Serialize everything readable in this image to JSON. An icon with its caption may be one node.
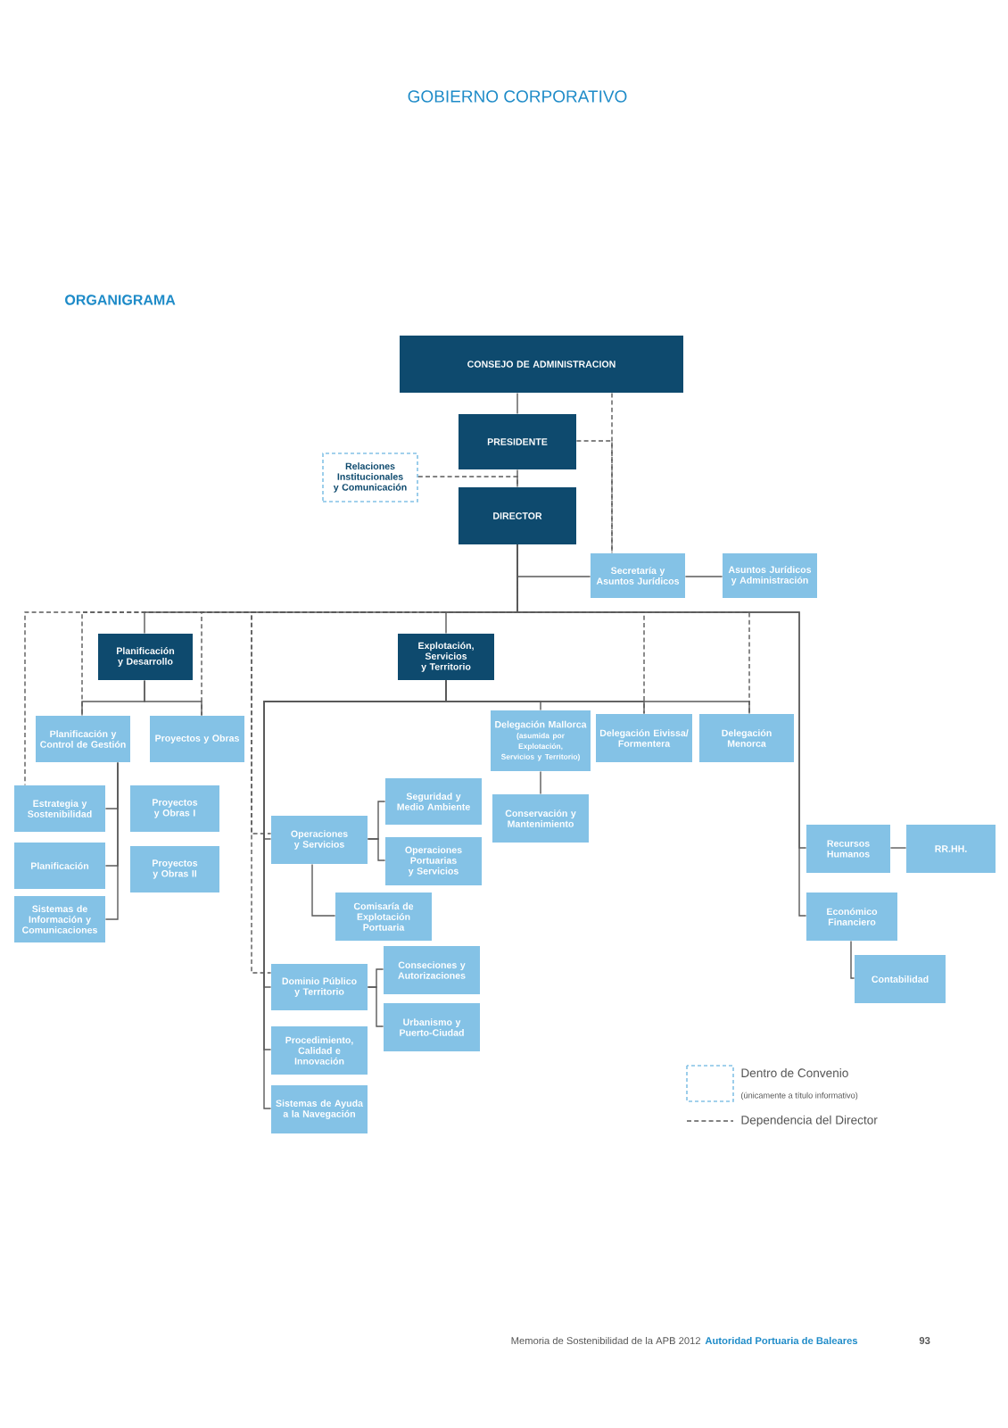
{
  "diagram": {
    "title": "GOBIERNO CORPORATIVO",
    "nodes": [
      {
        "text": [
          "CONSEJO  DE ADMINISTRACION"
        ]
      },
      {
        "text": [
          "PRESIDENTE"
        ]
      },
      {
        "text": [
          "Relaciones Institucionales y Comunicación"
        ]
      },
      {
        "text": [
          "DIRECTOR"
        ]
      },
      {
        "text": [
          "Secretaría y Asuntos Jurídicos"
        ]
      },
      {
        "text": [
          "Asuntos Jurídicos y Administración"
        ]
      },
      {
        "text": [
          "Planificación y Desarrollo"
        ]
      },
      {
        "text": [
          "Explotación, Servicios y Territorio"
        ]
      },
      {
        "text": [
          "Planificación y Control de Gestión"
        ]
      },
      {
        "text": [
          "Proyectos y Obras"
        ]
      },
      {
        "text": [
          "Estrategia y Sostenibilidad"
        ]
      },
      {
        "text": [
          "Proyectos y Obras I"
        ]
      },
      {
        "text": [
          "Planificación"
        ]
      },
      {
        "text": [
          "Proyectos y Obras II"
        ]
      },
      {
        "text": [
          "Sistemas de Información y Comunicaciones"
        ]
      },
      {
        "text": [
          "Delegación Mallorca",
          "(asumida por Explotación, Servicios y Territorio)"
        ]
      },
      {
        "text": [
          "Delegación Eivissa/ Formentera"
        ]
      },
      {
        "text": [
          "Delegación Menorca"
        ]
      },
      {
        "text": [
          "Conservación y Mantenimiento"
        ]
      },
      {
        "text": [
          "Operaciones y Servicios"
        ]
      },
      {
        "text": [
          "Seguridad y Medio Ambiente"
        ]
      },
      {
        "text": [
          "Operaciones Portuarias y Servicios"
        ]
      },
      {
        "text": [
          "Comisaría de Explotación Portuaria"
        ]
      },
      {
        "text": [
          "Dominio Público y Territorio"
        ]
      },
      {
        "text": [
          "Conseciones y Autorizaciones"
        ]
      },
      {
        "text": [
          "Urbanismo y Puerto-Ciudad"
        ]
      },
      {
        "text": [
          "Procedimiento, Calidad e Innovación"
        ]
      },
      {
        "text": [
          "Sistemas de Ayuda a la Navegación"
        ]
      },
      {
        "text": [
          "Recursos Humanos"
        ]
      },
      {
        "text": [
          "RR.HH."
        ]
      },
      {
        "text": [
          "Económico Financiero"
        ]
      },
      {
        "text": [
          "Contabilidad"
        ]
      }
    ],
    "edges": [
      {
        "from": 0,
        "to": 1,
        "arrow": "none"
      },
      {
        "from": 1,
        "to": 3,
        "arrow": "none"
      },
      {
        "from": 2,
        "to": 3,
        "arrow": "none",
        "style": "dashed"
      },
      {
        "from": 0,
        "to": 4,
        "arrow": "none",
        "style": "dashed"
      },
      {
        "from": 1,
        "to": 4,
        "arrow": "none",
        "style": "dashed"
      },
      {
        "from": 3,
        "to": 4,
        "arrow": "none"
      },
      {
        "from": 4,
        "to": 5,
        "arrow": "none"
      },
      {
        "from": 3,
        "to": 6,
        "arrow": "none"
      },
      {
        "from": 3,
        "to": 7,
        "arrow": "none"
      },
      {
        "from": 3,
        "to": 10,
        "arrow": "none",
        "style": "dashed"
      },
      {
        "from": 3,
        "to": 8,
        "arrow": "none",
        "style": "dashed"
      },
      {
        "from": 3,
        "to": 9,
        "arrow": "none",
        "style": "dashed"
      },
      {
        "from": 6,
        "to": 8,
        "arrow": "none"
      },
      {
        "from": 6,
        "to": 9,
        "arrow": "none"
      },
      {
        "from": 8,
        "to": 10,
        "arrow": "none"
      },
      {
        "from": 8,
        "to": 12,
        "arrow": "none"
      },
      {
        "from": 8,
        "to": 14,
        "arrow": "none"
      },
      {
        "from": 7,
        "to": 15,
        "arrow": "none"
      },
      {
        "from": 7,
        "to": 16,
        "arrow": "none"
      },
      {
        "from": 7,
        "to": 17,
        "arrow": "none"
      },
      {
        "from": 3,
        "to": 16,
        "arrow": "none",
        "style": "dashed"
      },
      {
        "from": 3,
        "to": 17,
        "arrow": "none",
        "style": "dashed"
      },
      {
        "from": 15,
        "to": 18,
        "arrow": "none"
      },
      {
        "from": 7,
        "to": 19,
        "arrow": "none"
      },
      {
        "from": 7,
        "to": 23,
        "arrow": "none"
      },
      {
        "from": 7,
        "to": 26,
        "arrow": "none"
      },
      {
        "from": 7,
        "to": 27,
        "arrow": "none"
      },
      {
        "from": 3,
        "to": 19,
        "arrow": "none",
        "style": "dashed"
      },
      {
        "from": 3,
        "to": 23,
        "arrow": "none",
        "style": "dashed"
      },
      {
        "from": 19,
        "to": 20,
        "arrow": "none"
      },
      {
        "from": 19,
        "to": 21,
        "arrow": "none"
      },
      {
        "from": 19,
        "to": 22,
        "arrow": "none"
      },
      {
        "from": 23,
        "to": 24,
        "arrow": "none"
      },
      {
        "from": 23,
        "to": 25,
        "arrow": "none"
      },
      {
        "from": 3,
        "to": 28,
        "arrow": "none"
      },
      {
        "from": 3,
        "to": 30,
        "arrow": "none"
      },
      {
        "from": 28,
        "to": 29,
        "arrow": "none"
      },
      {
        "from": 30,
        "to": 31,
        "arrow": "none"
      }
    ],
    "labels": [
      "ORGANIGRAMA",
      "(únicamente a título informativo)",
      "Memoria de Sostenibilidad de la APB 2012",
      "Autoridad Portuaria de Baleares",
      "93"
    ],
    "legend": [
      {
        "text": "Dentro de Convenio"
      },
      {
        "text": "Dependencia del Director"
      }
    ]
  }
}
